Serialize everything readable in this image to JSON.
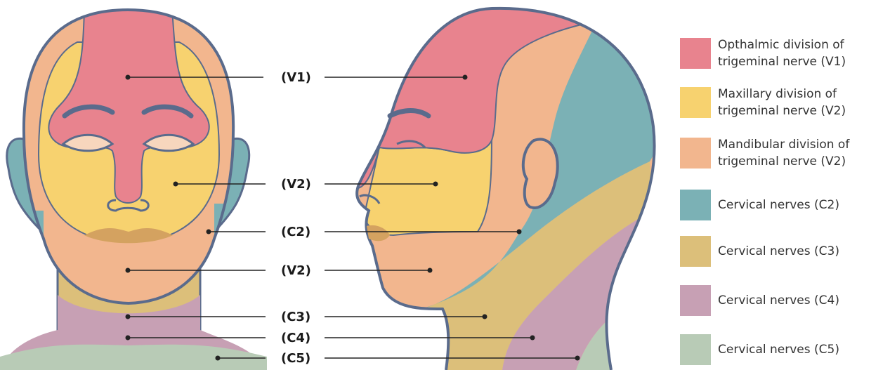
{
  "callouts": [
    "(V1)",
    "(V2)",
    "(C2)",
    "(V2)",
    "(C3)",
    "(C4)",
    "(C5)"
  ],
  "legend": [
    {
      "label": "Opthalmic division of\ntrigeminal nerve (V1)",
      "color": "#e8838e"
    },
    {
      "label": "Maxillary division of\ntrigeminal nerve (V2)",
      "color": "#f7d26f"
    },
    {
      "label": "Mandibular division of\ntrigeminal nerve (V2)",
      "color": "#f2b68e"
    },
    {
      "label": "Cervical nerves (C2)",
      "color": "#7bb1b5"
    },
    {
      "label": "Cervical nerves (C3)",
      "color": "#dcbf7a"
    },
    {
      "label": "Cervical nerves (C4)",
      "color": "#c7a0b4"
    },
    {
      "label": "Cervical nerves (C5)",
      "color": "#b8cbb6"
    }
  ],
  "colors": {
    "outline": "#5a6b8c",
    "pointer": "#222222"
  }
}
